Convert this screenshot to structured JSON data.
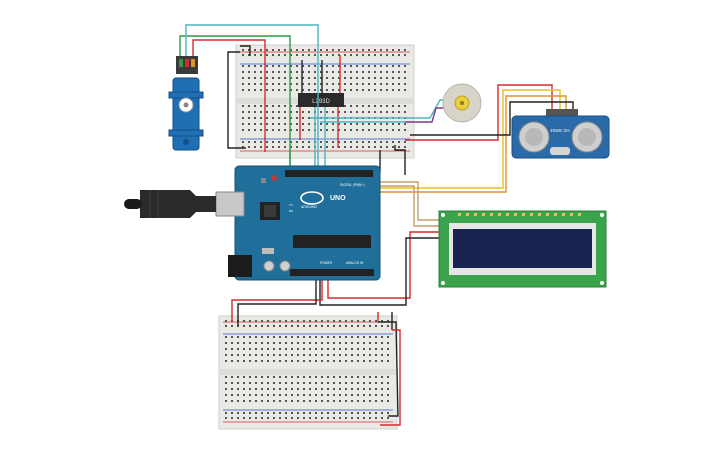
{
  "components": {
    "arduino": {
      "logo_text": "ARDUINO",
      "model_text": "UNO",
      "digital_label": "DIGITAL (PWM~)",
      "power_label": "POWER",
      "analog_label": "ANALOG IN",
      "tx_label": "TX",
      "rx_label": "RX",
      "board_color": "#1f6f9a"
    },
    "driver_chip": {
      "label": "L293D"
    },
    "ultrasonic": {
      "label": "HC-SR04"
    },
    "lcd": {
      "pcb_color": "#3aa34c",
      "screen_color": "#18244f"
    },
    "servo": {
      "body_color": "#1f6fb5"
    },
    "motor": {
      "body_color": "#d9d4c9"
    },
    "breadboard": {
      "color": "#e9e9e6"
    }
  },
  "wire_colors": {
    "red": "#d62b2b",
    "black": "#222222",
    "green": "#2f9a44",
    "cyan": "#4fb4c4",
    "yellow": "#e7c21b",
    "orange": "#e0922a",
    "purple": "#7a3c8c",
    "tan": "#c69f6a"
  },
  "icons": {
    "usb_cable": "usb-plug-icon",
    "servo": "servo-motor-icon",
    "dc_motor": "dc-motor-icon",
    "reset_button": "reset-button-icon"
  }
}
